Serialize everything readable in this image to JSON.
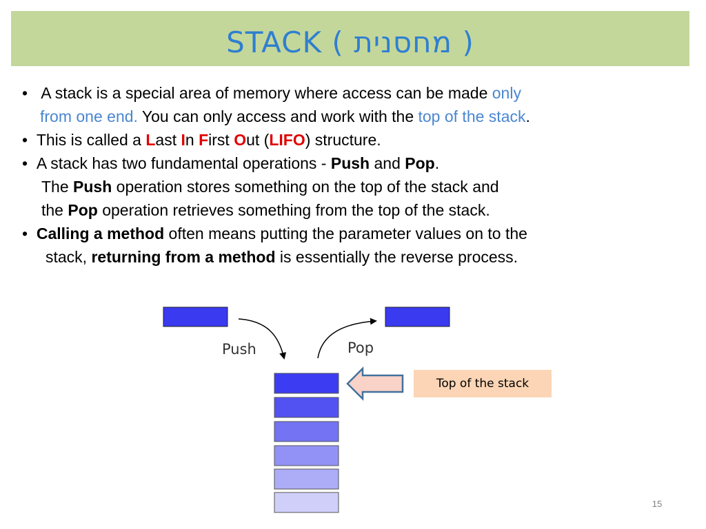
{
  "title": "STACK ( מחסנית )",
  "bullets": {
    "b1_marker": "•",
    "b1_l1_a": "A stack is a special area of memory where access can be made ",
    "b1_l1_b": "only",
    "b1_l2_a": "from one end.",
    "b1_l2_b": " You can only access and work with the ",
    "b1_l2_c": "top of the stack",
    "b1_l2_d": ".",
    "b2_marker": "•",
    "b2_a": "This is called a ",
    "b2_L": "L",
    "b2_ast": "ast ",
    "b2_I": "I",
    "b2_n": "n ",
    "b2_F": "F",
    "b2_irst": "irst ",
    "b2_O": "O",
    "b2_ut": "ut (",
    "b2_lifo": "LIFO",
    "b2_end": ") structure.",
    "b3_marker": "•",
    "b3_a": "A stack has two fundamental operations - ",
    "b3_push": "Push",
    "b3_and": " and ",
    "b3_pop": "Pop",
    "b3_dot": ".",
    "b3_l2_a": "The ",
    "b3_l2_push": "Push",
    "b3_l2_b": " operation stores something on the top of the stack and",
    "b3_l3_a": "the ",
    "b3_l3_pop": "Pop",
    "b3_l3_b": " operation retrieves something from the top of the stack.",
    "b4_marker": "•",
    "b4_a": "Calling a method",
    "b4_b": " often means putting the parameter values on to the",
    "b4_l2_a": "stack, ",
    "b4_l2_b": "returning from a method",
    "b4_l2_c": " is essentially the reverse process."
  },
  "diagram": {
    "push_label": "Push",
    "pop_label": "Pop",
    "callout": "Top of the stack",
    "colors": {
      "incoming": "#3a3af0",
      "stack": [
        "#3c3cf2",
        "#5252f3",
        "#7373f4",
        "#9292f6",
        "#acacf7",
        "#cfcffa"
      ],
      "arrow_fill": "#f9d2c8",
      "arrow_stroke": "#41719c"
    }
  },
  "page_number": "15"
}
